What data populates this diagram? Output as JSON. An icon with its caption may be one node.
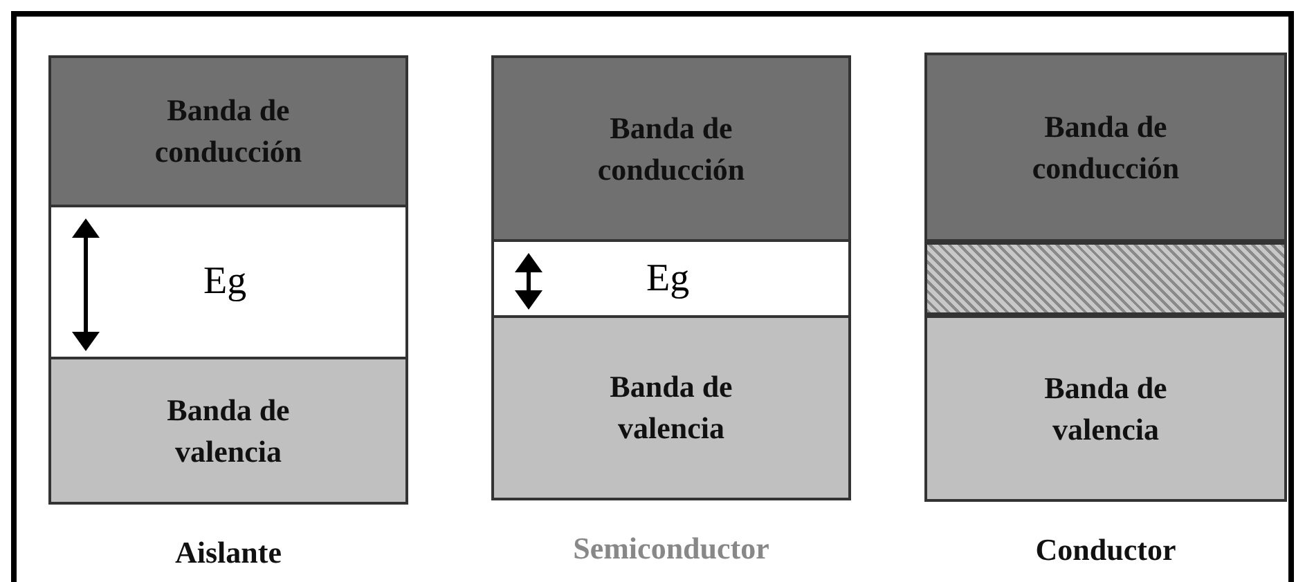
{
  "diagram": {
    "nodes": [
      {
        "text": [
          "Aislante"
        ]
      },
      {
        "text": [
          "Banda de conducción"
        ],
        "in": 0
      },
      {
        "text": [
          "Eg"
        ],
        "in": 0
      },
      {
        "text": [
          "Banda de valencia"
        ],
        "in": 0
      },
      {
        "text": [
          "Semiconductor"
        ]
      },
      {
        "text": [
          "Banda de conducción"
        ],
        "in": 4
      },
      {
        "text": [
          "Eg"
        ],
        "in": 4
      },
      {
        "text": [
          "Banda de valencia"
        ],
        "in": 4
      },
      {
        "text": [
          "Conductor"
        ]
      },
      {
        "text": [
          "Banda de conducción"
        ],
        "in": 8
      },
      {
        "text": [],
        "shape": "bar",
        "in": 8
      },
      {
        "text": [
          "Banda de valencia"
        ],
        "in": 8
      }
    ],
    "edges": []
  }
}
